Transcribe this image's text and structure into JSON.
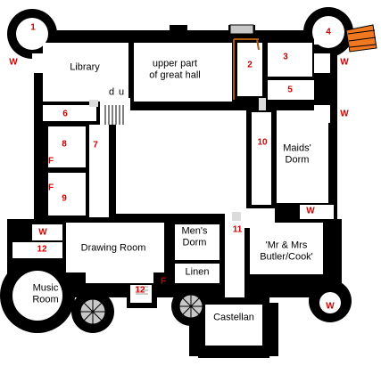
{
  "rooms": {
    "library": "Library",
    "great_hall": "upper part\nof great hall",
    "maids_dorm": "Maids'\nDorm",
    "drawing_room": "Drawing Room",
    "mens_dorm": "Men's\nDorm",
    "linen": "Linen",
    "butler_cook": "'Mr & Mrs\nButler/Cook'",
    "music_room": "Music\nRoom",
    "castellan": "Castellan"
  },
  "numbers": {
    "n1": "1",
    "n2": "2",
    "n3": "3",
    "n4": "4",
    "n5": "5",
    "n6": "6",
    "n7": "7",
    "n8": "8",
    "n9": "9",
    "n10": "10",
    "n11": "11",
    "n12a": "12",
    "n12b": "12"
  },
  "markers": {
    "w1": "W",
    "w2": "W",
    "w3": "W",
    "w4": "W",
    "w5": "W",
    "w6": "W",
    "f1": "F",
    "f2": "F",
    "f3": "F",
    "d": "d",
    "u": "u"
  },
  "colors": {
    "wall": "#000000",
    "floor": "#ffffff",
    "stair_tint": "#c8c8c8",
    "accent_orange": "#f07820",
    "accent_brown": "#b05a10",
    "label_red": "#d00000"
  }
}
